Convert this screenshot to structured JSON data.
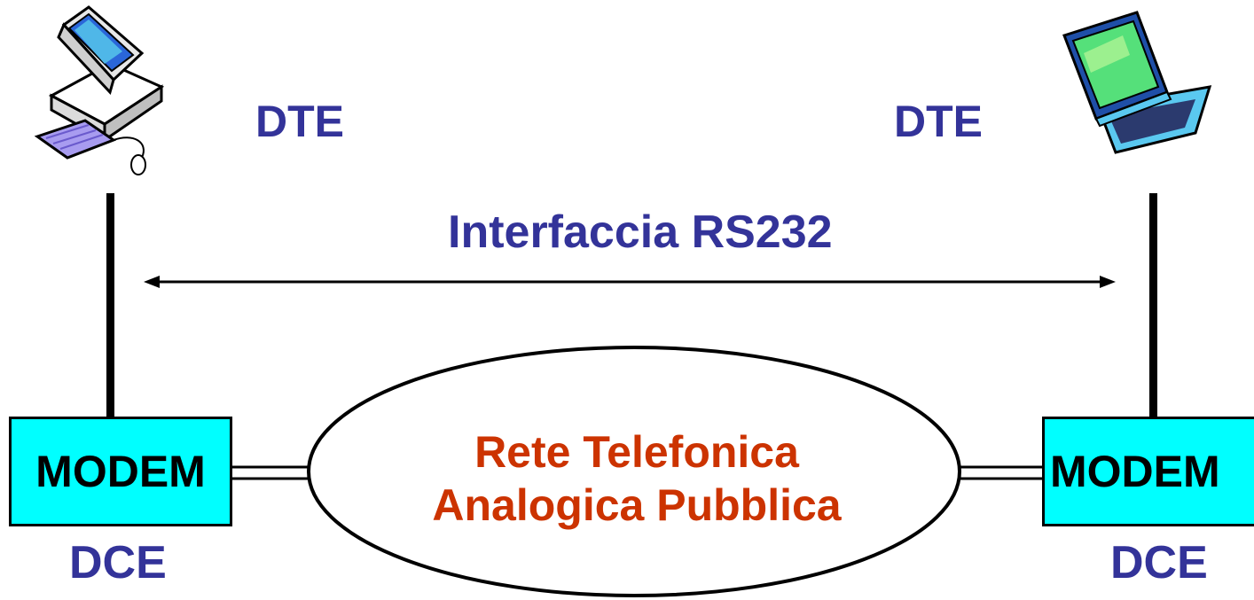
{
  "left": {
    "dte_label": "DTE",
    "modem_label": "MODEM",
    "dce_label": "DCE"
  },
  "right": {
    "dte_label": "DTE",
    "modem_label": "MODEM",
    "dce_label": "DCE"
  },
  "interface_label": "Interfaccia RS232",
  "network": {
    "line1": "Rete Telefonica",
    "line2": "Analogica Pubblica"
  },
  "colors": {
    "label": "#333399",
    "network_text": "#cc3300",
    "modem_fill": "#00ffff"
  },
  "icons": {
    "left": "desktop-computer-icon",
    "right": "laptop-computer-icon"
  }
}
